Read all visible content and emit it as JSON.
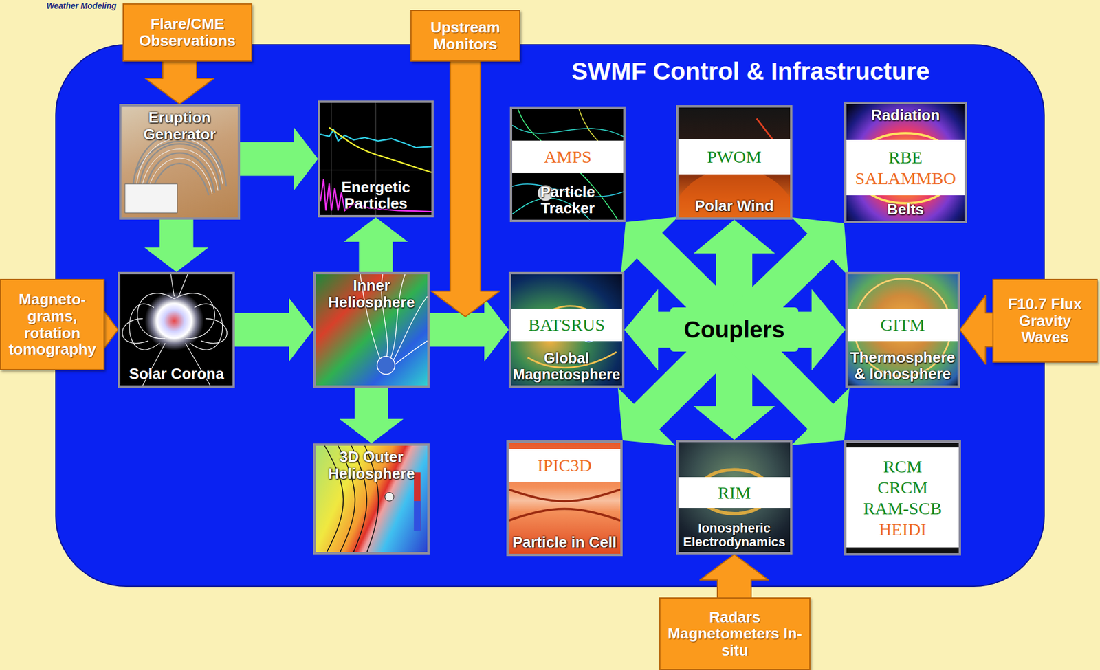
{
  "diagram": {
    "nodes": [
      {
        "text": [
          "SWMF Control & Infrastructure"
        ]
      },
      {
        "text": [
          "Flare/CME Observations"
        ]
      },
      {
        "text": [
          "Upstream Monitors"
        ]
      },
      {
        "text": [
          "Eruption Generator"
        ],
        "in": 0
      },
      {
        "text": [
          "Energetic Particles"
        ],
        "in": 0
      },
      {
        "text": [
          "AMPS",
          "Particle Tracker"
        ],
        "in": 0
      },
      {
        "text": [
          "PWOM",
          "Polar Wind"
        ],
        "in": 0
      },
      {
        "text": [
          "Radiation",
          "RBE",
          "SALAMMBO",
          "Belts"
        ],
        "in": 0
      },
      {
        "text": [
          "Magneto- grams, rotation tomography"
        ]
      },
      {
        "text": [
          "Solar Corona"
        ],
        "in": 0
      },
      {
        "text": [
          "Inner Heliosphere"
        ],
        "in": 0
      },
      {
        "text": [
          "BATSRUS",
          "Global Magnetosphere"
        ],
        "in": 0
      },
      {
        "text": [
          "Couplers"
        ],
        "in": 0
      },
      {
        "text": [
          "GITM",
          "Thermosphere & Ionosphere"
        ],
        "in": 0
      },
      {
        "text": [
          "F10.7 Flux Gravity Waves"
        ]
      },
      {
        "text": [
          "3D Outer Heliosphere"
        ],
        "in": 0
      },
      {
        "text": [
          "IPIC3D",
          "Particle in Cell"
        ],
        "in": 0
      },
      {
        "text": [
          "RIM",
          "Ionospheric Electrodynamics"
        ],
        "in": 0
      },
      {
        "text": [
          "RCM",
          "CRCM",
          "RAM-SCB",
          "HEIDI"
        ],
        "in": 0
      },
      {
        "text": [
          "Radars Magnetometers In-situ"
        ]
      }
    ],
    "edges": [
      {
        "from": 1,
        "to": 3,
        "arrow": "to"
      },
      {
        "from": 3,
        "to": 4,
        "arrow": "to"
      },
      {
        "from": 3,
        "to": 9,
        "arrow": "to"
      },
      {
        "from": 8,
        "to": 9,
        "arrow": "to"
      },
      {
        "from": 9,
        "to": 10,
        "arrow": "to"
      },
      {
        "from": 10,
        "to": 4,
        "arrow": "to"
      },
      {
        "from": 10,
        "to": 15,
        "arrow": "to"
      },
      {
        "from": 10,
        "to": 11,
        "arrow": "to"
      },
      {
        "from": 2,
        "to": 11,
        "arrow": "to"
      },
      {
        "from": 12,
        "to": 5,
        "arrow": "to"
      },
      {
        "from": 12,
        "to": 6,
        "arrow": "to"
      },
      {
        "from": 12,
        "to": 7,
        "arrow": "to"
      },
      {
        "from": 12,
        "to": 11,
        "arrow": "to"
      },
      {
        "from": 12,
        "to": 13,
        "arrow": "to"
      },
      {
        "from": 12,
        "to": 16,
        "arrow": "to"
      },
      {
        "from": 12,
        "to": 17,
        "arrow": "to"
      },
      {
        "from": 12,
        "to": 18,
        "arrow": "to"
      },
      {
        "from": 14,
        "to": 13,
        "arrow": "to"
      },
      {
        "from": 19,
        "to": 17,
        "arrow": "to"
      }
    ],
    "labels": [
      "Weather Modeling"
    ]
  }
}
